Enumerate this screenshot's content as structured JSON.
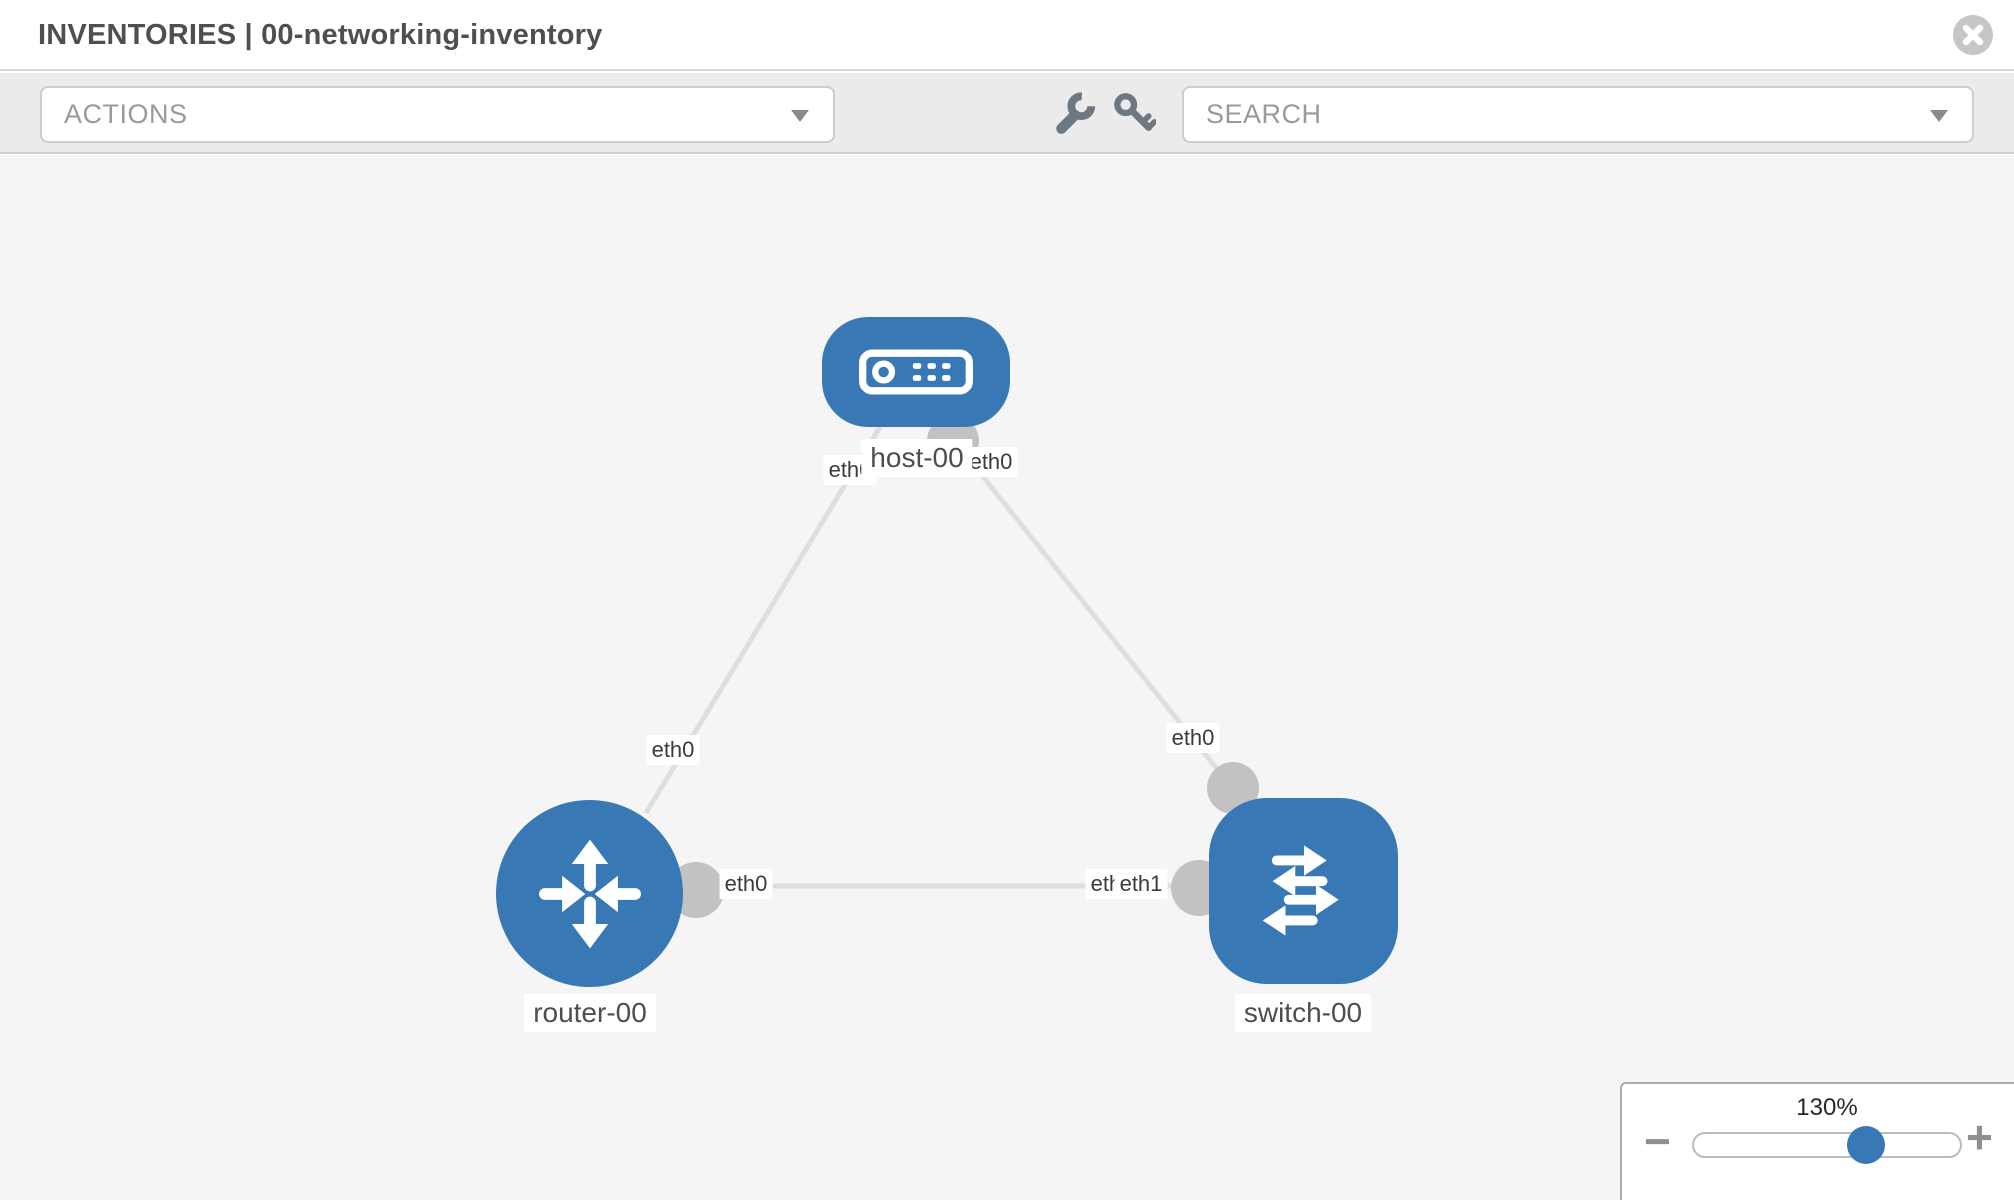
{
  "header": {
    "title": "INVENTORIES | 00-networking-inventory",
    "close_icon": "close-circle-icon"
  },
  "toolbar": {
    "actions": {
      "placeholder": "ACTIONS",
      "caret_icon": "caret-down-icon"
    },
    "tools": [
      {
        "icon": "wrench-icon"
      },
      {
        "icon": "key-icon"
      }
    ],
    "search": {
      "placeholder": "SEARCH",
      "caret_icon": "caret-down-icon"
    }
  },
  "topology": {
    "nodes": [
      {
        "id": "host-00",
        "label": "host-00",
        "type": "host",
        "shape": "rounded-rectangle",
        "icon": "host-icon"
      },
      {
        "id": "router-00",
        "label": "router-00",
        "type": "router",
        "shape": "circle",
        "icon": "router-icon"
      },
      {
        "id": "switch-00",
        "label": "switch-00",
        "type": "switch",
        "shape": "rounded-square",
        "icon": "switch-icon"
      }
    ],
    "links": [
      {
        "from": "host-00",
        "from_interface": "eth0",
        "to": "router-00",
        "to_interface": "eth0"
      },
      {
        "from": "host-00",
        "from_interface": "eth0",
        "to": "switch-00",
        "to_interface": "eth0"
      },
      {
        "from": "router-00",
        "from_interface": "eth0",
        "to": "switch-00",
        "to_interface": "eth1"
      }
    ],
    "interface_labels": {
      "host_left": "eth0",
      "host_right": "eth0",
      "router_top": "eth0",
      "router_right": "eth0",
      "switch_top": "eth0",
      "switch_left_under": "eth0",
      "switch_left_over": "eth1"
    }
  },
  "zoom_control": {
    "level": "130%",
    "minus_label": "−",
    "plus_label": "+"
  },
  "colors": {
    "node_blue": "#3879b5",
    "port_gray": "#c2c2c2",
    "link_gray": "#dedede",
    "canvas_bg": "#f5f5f5",
    "toolbar_bg": "#ebebeb",
    "icon_gray": "#6e7883"
  }
}
